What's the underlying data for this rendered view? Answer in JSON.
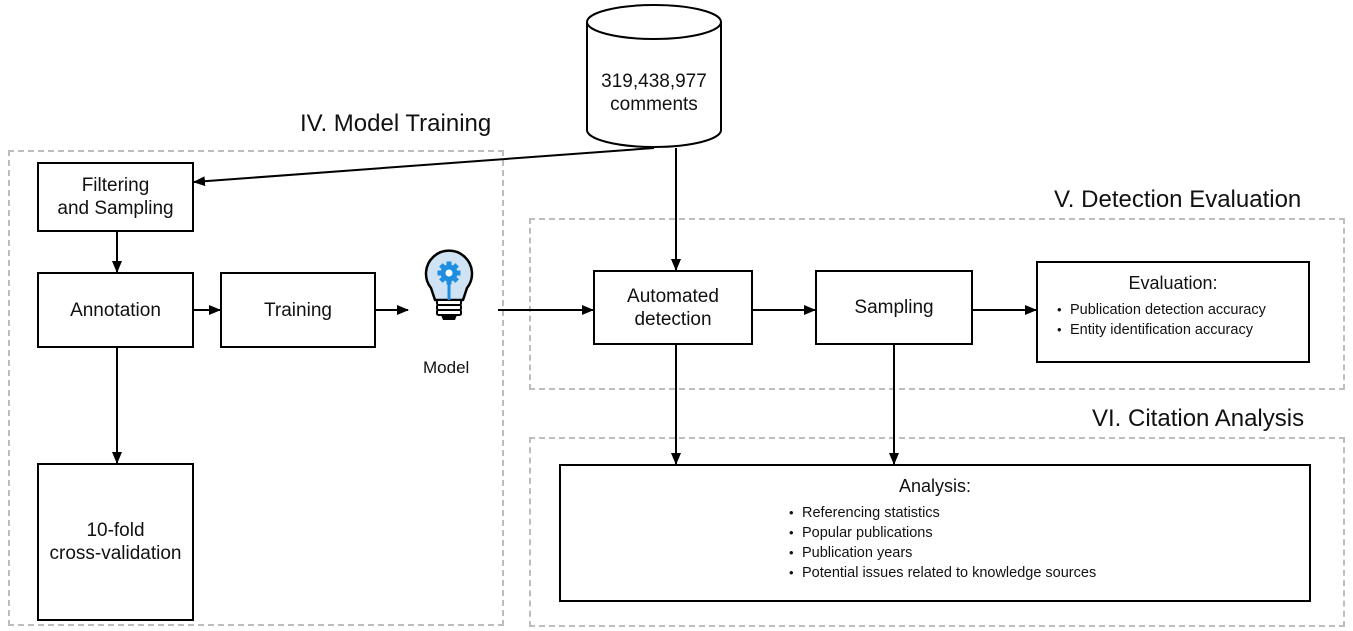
{
  "regions": {
    "model_training": "IV. Model Training",
    "detection_evaluation": "V. Detection Evaluation",
    "citation_analysis": "VI. Citation Analysis"
  },
  "database": {
    "line1": "319,438,977",
    "line2": "comments"
  },
  "nodes": {
    "filtering": {
      "line1": "Filtering",
      "line2": "and Sampling"
    },
    "annotation": "Annotation",
    "training": "Training",
    "model": "Model",
    "crossval": {
      "line1": "10-fold",
      "line2": "cross-validation"
    },
    "detection": {
      "line1": "Automated",
      "line2": "detection"
    },
    "sampling": "Sampling"
  },
  "evaluation": {
    "heading": "Evaluation:",
    "items": [
      "Publication detection accuracy",
      "Entity identification accuracy"
    ]
  },
  "analysis": {
    "heading": "Analysis:",
    "items": [
      "Referencing statistics",
      "Popular publications",
      "Publication years",
      "Potential issues related to knowledge sources"
    ]
  },
  "colors": {
    "bulb_blue": "#1f8ee0",
    "bulb_glass": "#cfe3f5",
    "dash": "#bdbdbd"
  }
}
